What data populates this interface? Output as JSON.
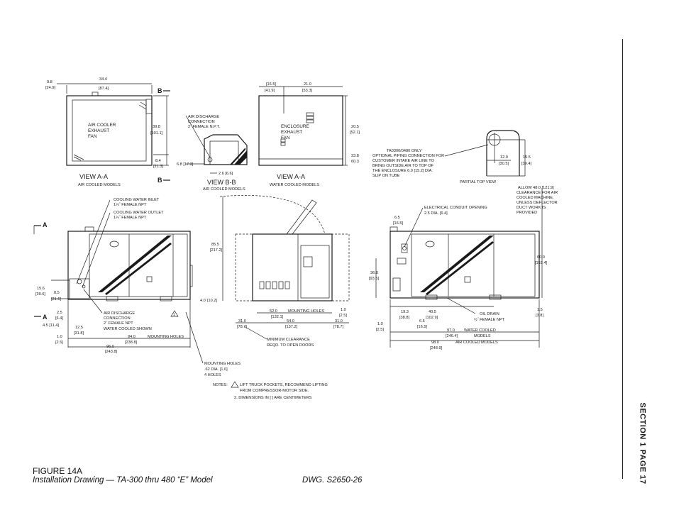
{
  "figure": {
    "number": "FIGURE 14A",
    "title": "Installation Drawing — TA-300 thru 480 “E” Model",
    "drawing_id": "DWG. S2650-26",
    "section_tab": "SECTION 1 PAGE 17"
  },
  "views": {
    "view_aa_air": {
      "title": "VIEW A-A",
      "subtitle": "AIR COOLED MODELS",
      "body_label": "AIR COOLER\nEXHAUST\nFAN"
    },
    "view_bb": {
      "title": "VIEW B-B",
      "subtitle": "AIR COOLED MODELS"
    },
    "view_aa_water": {
      "title": "VIEW A-A",
      "subtitle": "WATER COOLED MODELS",
      "body_label": "ENCLOSURE\nEXHAUST\nFAN"
    },
    "partial_top": {
      "title": "PARTIAL TOP VIEW"
    }
  },
  "labels": {
    "b_marker": "B",
    "a_marker": "A",
    "air_discharge_top": "AIR DISCHARGE",
    "air_discharge_conn": "CONNECTION",
    "air_discharge_npt": "2˝ FEMALE N.P.T.",
    "cooling_inlet": "COOLING WATER INLET",
    "cooling_inlet_npt": "1¼˝ FEMALE NPT",
    "cooling_outlet": "COOLING WATER OUTLET",
    "cooling_outlet_npt": "1¼˝ FEMALE NPT",
    "air_discharge_bottom": "AIR DISCHARGE",
    "air_discharge_bottom_conn": "CONNECTION",
    "air_discharge_bottom_npt": "2˝ FEMALE NPT",
    "water_cooled_shown": "WATER COOLED SHOWN",
    "mounting_holes_note1": "MOUNTING HOLES",
    "mounting_holes_note2": ".62 DIA. [1.6]",
    "mounting_holes_note3": "4 HOLES",
    "min_clearance1": "MINIMUM CLEARANCE",
    "min_clearance2": "REQD. TO OPEN DOORS",
    "optional_piping1": "TA0300/0480 ONLY",
    "optional_piping2": "OPTIONAL PIPING CONNECTION FOR",
    "optional_piping3": "CUSTOMER INTAKE AIR LINE TO",
    "optional_piping4": "BRING OUTSIDE AIR TO TOP OF",
    "optional_piping5": "THE ENCLOSURE 6.0 [15.2] DIA.",
    "optional_piping6": "SLIP ON TUBE",
    "elec_conduit1": "ELECTRICAL CONDUIT OPENING",
    "elec_conduit2": "2.5 DIA. [6.4]",
    "allow1": "ALLOW 48.0 [121.9]",
    "allow2": "CLEARANCE FOR AIR",
    "allow3": "COOLED MACHINE,",
    "allow4": "UNLESS DEFLECTOR",
    "allow5": "DUCT WORK IS",
    "allow6": "PROVIDED",
    "oil_drain1": "OIL DRAIN",
    "oil_drain2": "½˝ FEMALE NPT",
    "water_cooled_models": "WATER COOLED",
    "models": "MODELS",
    "air_cooled_models": "AIR COOLED MODELS",
    "mounting_holes": "MOUNTING HOLES",
    "notes1": "NOTES:",
    "notes1b": "LIFT TRUCK POCKETS, RECOMMEND LIFTING",
    "notes1c": "FROM COMPRESSOR-MOTOR SIDE.",
    "notes2": "2. DIMENSIONS IN [ ] ARE CENTIMETERS"
  },
  "dimensions": {
    "d_9_8": "9.8",
    "d_24_9": "[24.9]",
    "d_34_4": "34.4",
    "d_87_4": "[87.4]",
    "d_39_8": "39.8",
    "d_101_1": "[101.1]",
    "d_8_4": "8.4",
    "d_21_3": "[21.3]",
    "d_6_8": "6.8 [17.3]",
    "d_2_6": "2.6 [6.6]",
    "d_16_5": "[16.5]",
    "d_41_9": "[41.9]",
    "d_21_0": "21.0",
    "d_53_3": "[53.3]",
    "d_20_5": "20.5",
    "d_52_1": "[52.1]",
    "d_23_8": "23.8",
    "d_60_3": "60.3",
    "d_12_0": "12.0",
    "d_30_5": "[30.5]",
    "d_15_5": "15.5",
    "d_39_4": "[39.4]",
    "d_85_5": "85.5",
    "d_217_2": "[217.2]",
    "d_4_0": "4.0",
    "d_10_2": "[10.2]",
    "d_15_6": "15.6",
    "d_39_6": "[39.6]",
    "d_8_5": "8.5",
    "d_21_6": "[21.6]",
    "d_2_5": "2.5",
    "d_6_4": "[6.4]",
    "d_4_5": "4.5 [11.4]",
    "d_12_5": "12.5",
    "d_31_8": "[31.8]",
    "d_1_0": "1.0",
    "d_2_5b": "[2.5]",
    "d_94_0": "94.0",
    "d_238_8": "[238.8]",
    "d_96_0": "96.0",
    "d_243_8": "[243.8]",
    "d_52_0": "52.0",
    "d_132_1": "[132.1]",
    "d_1_0b": "1.0",
    "d_2_5c": "[2.5]",
    "d_31_0": "31.0",
    "d_78_7": "[78.7]",
    "d_54_0": "54.0",
    "d_137_2": "[137.2]",
    "d_31_0b": "31.0",
    "d_78_7b": "[78.7]",
    "d_6_5": "6.5",
    "d_36_8": "36.8",
    "d_93_5": "[93.5]",
    "d_60_0": "60.0",
    "d_152_4": "[152.4]",
    "d_1_5": "1.5",
    "d_3_8": "[3.8]",
    "d_19_3": "19.3",
    "d_38_8": "[38.8]",
    "d_40_5": "40.5",
    "d_102_9": "[102.9]",
    "d_6_5b": "6.5",
    "d_16_5b": "[16.5]",
    "d_1_0c": "1.0",
    "d_2_5d": "[2.5]",
    "d_97_0": "97.0",
    "d_246_4": "[246.4]",
    "d_98_0": "98.0",
    "d_248_9": "[248.9]"
  }
}
